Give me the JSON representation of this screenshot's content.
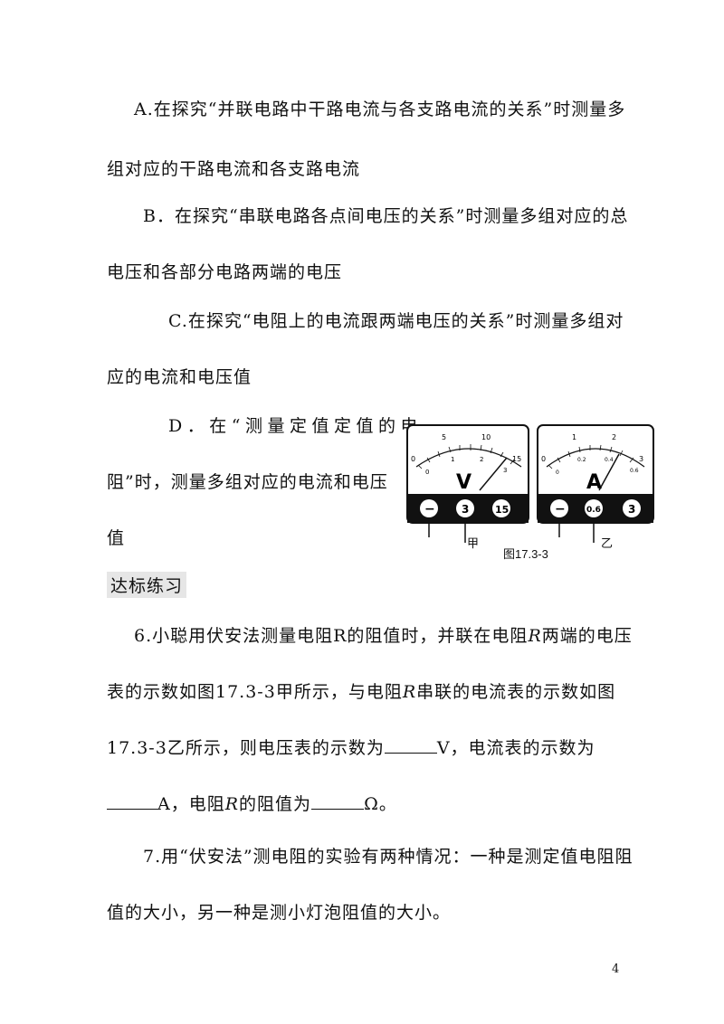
{
  "lines": {
    "a1": "A.在探究“并联电路中干路电流与各支路电流的关系”时测量多",
    "a2": "组对应的干路电流和各支路电流",
    "b1": "B．在探究“串联电路各点间电压的关系”时测量多组对应的总",
    "b2": "电压和各部分电路两端的电压",
    "c1": "C.在探究“电阻上的电流跟两端电压的关系”时测量多组对",
    "c2": "应的电流和电压值",
    "d1": "D．在“测量定值定值的电",
    "d2": "阻”时，测量多组对应的电流和电压",
    "d3": "值"
  },
  "section_title": "达标练习",
  "q6": {
    "l1_pre": "6.小聪用伏安法测量电阻R的阻值时，并联在电阻",
    "l1_var": "R",
    "l1_post": "两端的电压",
    "l2_pre": "表的示数如图17.3-3甲所示，与电阻",
    "l2_var": "R",
    "l2_post": "串联的电流表的示数如图",
    "l3_pre": "17.3-3乙所示，则电压表的示数为",
    "l3_mid": "V，电流表的示数为",
    "l4_a": "A，电阻",
    "l4_var": "R",
    "l4_b": "的阻值为",
    "l4_c": "Ω。"
  },
  "q7": {
    "l1": "7.用“伏安法”测电阻的实验有两种情况：一种是测定值电阻阻",
    "l2": "值的大小，另一种是测小灯泡阻值的大小。"
  },
  "figure": {
    "caption": "图17.3-3",
    "voltmeter": {
      "symbol": "V",
      "scale_top": [
        "0",
        "5",
        "10",
        "15"
      ],
      "scale_bottom": [
        "0",
        "1",
        "2",
        "3"
      ],
      "terminals": [
        "−",
        "3",
        "15"
      ],
      "label": "甲"
    },
    "ammeter": {
      "symbol": "A",
      "scale_top": [
        "0",
        "1",
        "2",
        "3"
      ],
      "scale_bottom": [
        "0",
        "0.2",
        "0.4",
        "0.6"
      ],
      "terminals": [
        "−",
        "0.6",
        "3"
      ],
      "label": "乙"
    }
  },
  "page_number": "4"
}
